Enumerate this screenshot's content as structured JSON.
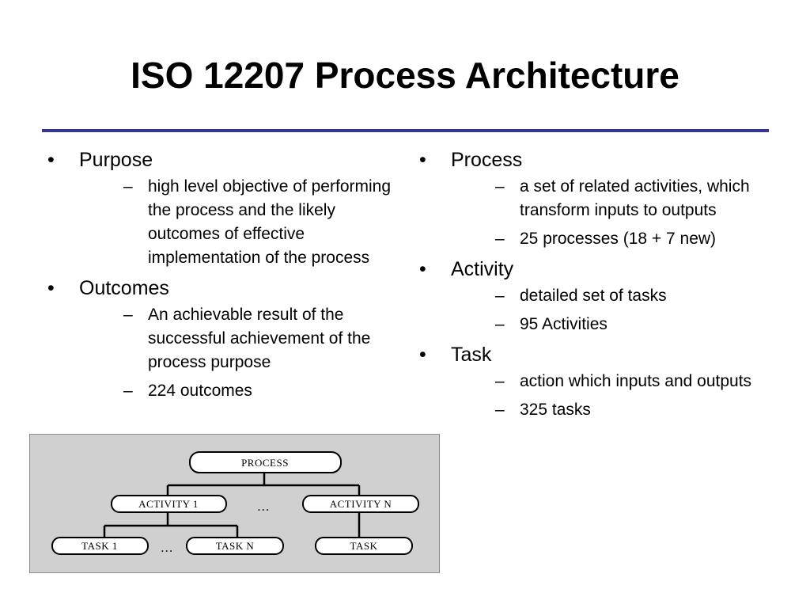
{
  "title": "ISO 12207 Process Architecture",
  "colors": {
    "rule": "#333399",
    "diagram_bg": "#d0d0d0"
  },
  "left_column": [
    {
      "heading": "Purpose",
      "items": [
        "high level objective of performing the process and the likely outcomes of effective implementation of the process"
      ]
    },
    {
      "heading": "Outcomes",
      "items": [
        "An achievable result of the successful achievement of the process purpose",
        "224 outcomes"
      ]
    }
  ],
  "right_column": [
    {
      "heading": "Process",
      "items": [
        "a set of related activities, which transform inputs to outputs",
        "25 processes (18 + 7 new)"
      ]
    },
    {
      "heading": "Activity",
      "items": [
        "detailed set of tasks",
        "95 Activities"
      ]
    },
    {
      "heading": "Task",
      "items": [
        "action which inputs and outputs",
        "325 tasks"
      ]
    }
  ],
  "glyphs": {
    "bullet": "•",
    "dash": "–"
  },
  "diagram": {
    "root": "PROCESS",
    "activity_1": "ACTIVITY 1",
    "activity_n": "ACTIVITY N",
    "activity_ellipsis": "…",
    "task_1": "TASK 1",
    "task_n": "TASK N",
    "task": "TASK",
    "task_ellipsis": "…"
  }
}
